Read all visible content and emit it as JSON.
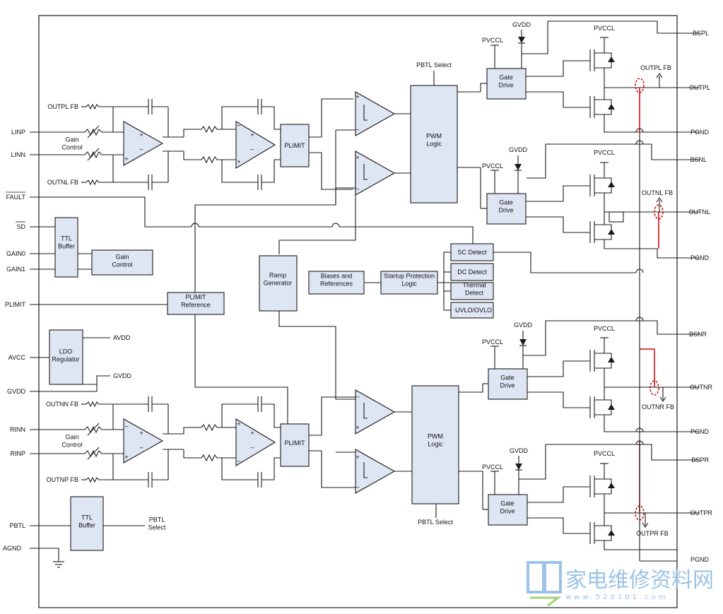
{
  "pins_left": {
    "linp": "LINP",
    "linn": "LINN",
    "fault": "FAULT",
    "sd": "SD",
    "gain0": "GAIN0",
    "gain1": "GAIN1",
    "plimit": "PLIMIT",
    "avcc": "AVCC",
    "gvdd": "GVDD",
    "rinn": "RINN",
    "rinp": "RINP",
    "pbtl": "PBTL",
    "agnd": "AGND"
  },
  "pins_right": {
    "bspl": "BSPL",
    "outpl": "OUTPL",
    "pgnd1": "PGND",
    "bsnl": "BSNL",
    "outnl": "OUTNL",
    "pgnd2": "PGND",
    "bsnr": "BSNR",
    "outnr": "OUTNR",
    "pgnd3": "PGND",
    "bspr": "BSPR",
    "outpr": "OUTPR",
    "pgnd4": "PGND"
  },
  "blocks": {
    "gain_control_top": "Gain\nControl",
    "gain_control_bot": "Gain\nControl",
    "plimit_top": "PLIMIT",
    "plimit_bot": "PLIMIT",
    "pwm_top": "PWM\nLogic",
    "pwm_bot": "PWM\nLogic",
    "gate_drive": "Gate\nDrive",
    "ttl_buffer": "TTL\nBuffer",
    "gain_control_box": "Gain\nControl",
    "plimit_reference": "PLIMIT\nReference",
    "ldo_regulator": "LDO\nRegulator",
    "ramp_generator": "Ramp\nGenerator",
    "biases": "Biases and\nReferences",
    "startup": "Startup Protection\nLogic",
    "sc_detect": "SC Detect",
    "dc_detect": "DC Detect",
    "thermal_detect": "Thermal\nDetect",
    "uvlo": "UVLO/OVLO",
    "ttl_buffer_bot": "TTL\nBuffer"
  },
  "labels": {
    "outpl_fb_in": "OUTPL FB",
    "outnl_fb_in": "OUTNL FB",
    "outnn_fb_in": "OUTNN FB",
    "outnp_fb_in": "OUTNP FB",
    "pbtl_select_top": "PBTL Select",
    "pbtl_select_bot": "PBTL Select",
    "pbtl_select_side": "PBTL\nSelect",
    "avdd": "AVDD",
    "gvdd_ldo": "GVDD",
    "pvccl": "PVCCL",
    "gvdd": "GVDD",
    "outpl_fb": "OUTPL FB",
    "outnl_fb": "OUTNL FB",
    "outnr_fb": "OUTNR FB",
    "outpr_fb": "OUTPR FB",
    "plus": "+",
    "minus": "–"
  },
  "watermark": {
    "chinese": "家电维修资料网",
    "url": "www.520101.com"
  }
}
